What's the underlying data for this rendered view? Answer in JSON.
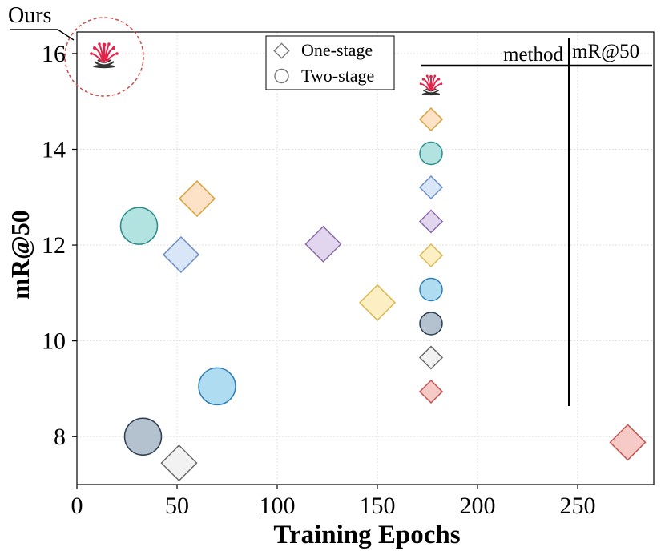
{
  "chart_data": {
    "type": "scatter",
    "xlabel": "Training Epochs",
    "ylabel": "mR@50",
    "xlim": [
      0,
      288
    ],
    "ylim": [
      7,
      16.45
    ],
    "xticks": [
      {
        "value": 0,
        "label": "0"
      },
      {
        "value": 50,
        "label": "50"
      },
      {
        "value": 100,
        "label": "100"
      },
      {
        "value": 150,
        "label": "150"
      },
      {
        "value": 200,
        "label": "200"
      },
      {
        "value": 250,
        "label": "250"
      }
    ],
    "yticks": [
      {
        "value": 8,
        "label": "8"
      },
      {
        "value": 10,
        "label": "10"
      },
      {
        "value": 12,
        "label": "12"
      },
      {
        "value": 14,
        "label": "14"
      },
      {
        "value": 16,
        "label": "16"
      }
    ],
    "grid": true,
    "legend": {
      "placement": "top-center",
      "entries": [
        {
          "shape": "diamond",
          "label": "One-stage"
        },
        {
          "shape": "circle",
          "label": "Two-stage"
        }
      ]
    },
    "table_legend": {
      "header_method": "method",
      "header_metric": "mR@50"
    },
    "ours": {
      "label": "Ours",
      "x": 8,
      "y": 15.95,
      "icon": "fountain-logo-icon"
    },
    "series": [
      {
        "x": 60,
        "y": 12.97,
        "shape": "diamond",
        "fill": "#fde2c8",
        "stroke": "#d8a23b"
      },
      {
        "x": 31,
        "y": 12.4,
        "shape": "circle",
        "fill": "#b3e3e0",
        "stroke": "#2a8c8c"
      },
      {
        "x": 52,
        "y": 11.8,
        "shape": "diamond",
        "fill": "#d9e6f8",
        "stroke": "#6f8fc9"
      },
      {
        "x": 123,
        "y": 12.02,
        "shape": "diamond",
        "fill": "#e2d6ee",
        "stroke": "#8a6aa8"
      },
      {
        "x": 150,
        "y": 10.8,
        "shape": "diamond",
        "fill": "#fdefc4",
        "stroke": "#dbb74f"
      },
      {
        "x": 70,
        "y": 9.05,
        "shape": "circle",
        "fill": "#b0dcf2",
        "stroke": "#2f7fb3"
      },
      {
        "x": 33,
        "y": 8.0,
        "shape": "circle",
        "fill": "#b4c2cf",
        "stroke": "#2e3e52"
      },
      {
        "x": 51,
        "y": 7.45,
        "shape": "diamond",
        "fill": "#f2f2f2",
        "stroke": "#6b6b6b"
      },
      {
        "x": 275,
        "y": 7.88,
        "shape": "diamond",
        "fill": "#f6cac6",
        "stroke": "#c8514e"
      }
    ]
  },
  "colors": {
    "ours_logo": "#e3234a",
    "ours_circle": "#c9504c",
    "grid": "#d9d9d9",
    "axis": "#000000"
  }
}
